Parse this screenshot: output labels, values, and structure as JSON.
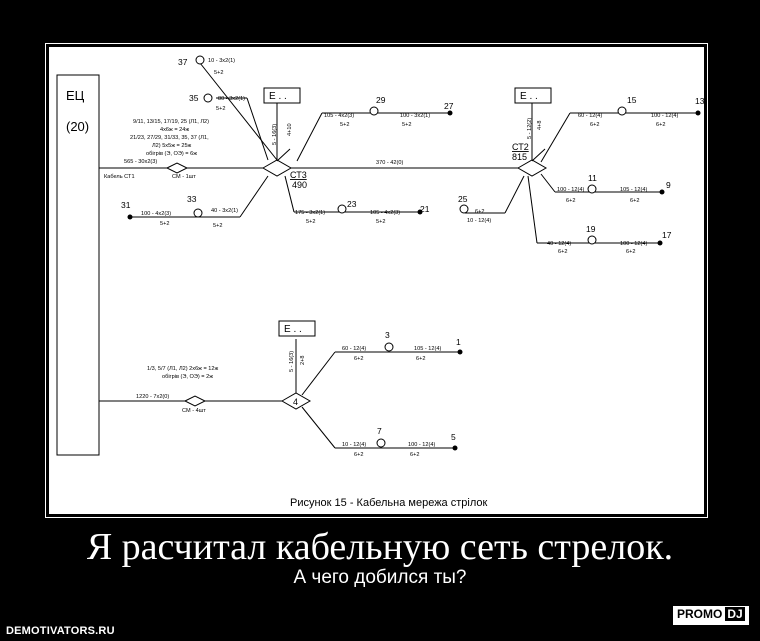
{
  "headline": "Я расчитал кабельную сеть стрелок.",
  "subline": "А чего добился ты?",
  "site": "DEMOTIVATORS.RU",
  "logo": {
    "left": "PROMO",
    "right": "DJ"
  },
  "figure": {
    "caption": "Рисунок 15 - Кабельна мережа стрілок",
    "ec_box": {
      "title": "ЕЦ",
      "count": "(20)"
    },
    "nodes": {
      "ct3_name": "СТ3",
      "ct3_num": "490",
      "ct2_name": "СТ2",
      "ct2_num": "815",
      "n4_name": "4"
    },
    "e_boxes": [
      "Е . .",
      "Е . .",
      "Е . ."
    ],
    "notes_top": [
      "9/11, 13/15, 17/19, 25 (Л1, Л2)",
      "4х6ж = 24ж",
      "21/23, 27/29, 31/33, 35, 37 (Л1,",
      "Л2) 5х5ж = 25ж",
      "обігрів (Э, ОЭ) = 6ж"
    ],
    "notes_bottom": [
      "1/3, 5/7 (Л1, Л2)  2х6ж = 12ж",
      "обігрів (Э, ОЭ) = 2ж"
    ],
    "main_cables": {
      "top": "565 - 30х2(3)",
      "top_sub": "Кабель СТ1",
      "top_cm": "СМ - 1шт",
      "bottom": "1220 - 7х2(0)",
      "bottom_cm": "СМ - 4шт",
      "ct3_ct2": "370 - 42(0)"
    },
    "risers": {
      "ct3_a": "5 - 16(3)",
      "ct3_b": "4+10",
      "ct2_a": "5 - 12(2)",
      "ct2_b": "4+8",
      "n4_a": "5 - 16(3)",
      "n4_b": "2+8"
    },
    "points": {
      "p37": "37",
      "p35": "35",
      "p29": "29",
      "p27": "27",
      "p31": "31",
      "p33": "33",
      "p23": "23",
      "p21": "21",
      "p15": "15",
      "p13": "13",
      "p11": "11",
      "p9": "9",
      "p25": "25",
      "p19": "19",
      "p17": "17",
      "p3": "3",
      "p1": "1",
      "p7": "7",
      "p5": "5"
    },
    "labels": {
      "l37": "10 - 3х2(1)",
      "l37s": "5+2",
      "l35": "80 - 3х2(1)",
      "l35s": "5+2",
      "l29a": "105 - 4х2(3)",
      "l29as": "5+2",
      "l29b": "100 - 3х2(1)",
      "l29bs": "5+2",
      "l31a": "100 - 4х2(3)",
      "l31as": "5+2",
      "l33": "40 - 3х2(1)",
      "l33s": "5+2",
      "l23a": "175 - 3х2(1)",
      "l23as": "5+2",
      "l23b": "105 - 4х2(3)",
      "l23bs": "5+2",
      "l15a": "60 - 12(4)",
      "l15as": "6+2",
      "l15b": "100 - 12(4)",
      "l15bs": "6+2",
      "l11a": "100 - 12(4)",
      "l11as": "6+2",
      "l11b": "105 - 12(4)",
      "l11bs": "6+2",
      "l25": "6+2",
      "l25b": "10 - 12(4)",
      "l19a": "40 - 12(4)",
      "l19as": "6+2",
      "l19b": "100 - 12(4)",
      "l19bs": "6+2",
      "l3a": "60 - 12(4)",
      "l3as": "6+2",
      "l3b": "105 - 12(4)",
      "l3bs": "6+2",
      "l7a": "10 - 12(4)",
      "l7as": "6+2",
      "l7b": "100 - 12(4)",
      "l7bs": "6+2"
    }
  }
}
